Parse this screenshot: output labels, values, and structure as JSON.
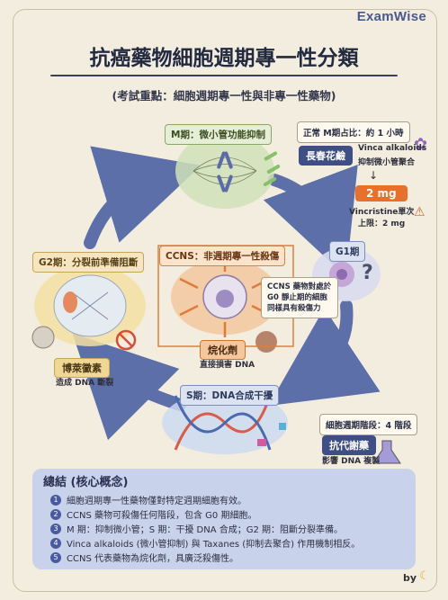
{
  "brand": "ExamWise",
  "title": "抗癌藥物細胞週期專一性分類",
  "subtitle": "(考試重點：細胞週期專一性與非專一性藥物)",
  "phases": {
    "m": {
      "label": "M期：微小管功能抑制"
    },
    "g1": {
      "label": "G1期"
    },
    "g2": {
      "label": "G2期：分裂前準備阻斷"
    },
    "s": {
      "label": "S期：DNA合成干擾"
    },
    "ccns": {
      "label": "CCNS：非週期專一性殺傷"
    }
  },
  "m_info": {
    "duration": "正常 M期占比：約 1 小時",
    "drug": "長春花鹼",
    "mechanism": [
      "Vinca alkaloids",
      "抑制微小管聚合"
    ],
    "dose": "2 mg",
    "warning": [
      "Vincristine單次",
      "上限：2 mg"
    ]
  },
  "ccns_info": {
    "note": [
      "CCNS 藥物對處於",
      "G0 靜止期的細胞",
      "同樣具有殺傷力"
    ],
    "drug": "烷化劑",
    "caption": "直接損害 DNA"
  },
  "g2_info": {
    "drug": "博萊黴素",
    "caption": "造成 DNA 斷裂"
  },
  "s_info": {
    "stages": "細胞週期階段：4 階段",
    "drug": "抗代謝藥",
    "caption": "影響 DNA 複製"
  },
  "summary": {
    "title": "總結 (核心概念)",
    "items": [
      "細胞週期專一性藥物僅對特定週期細胞有效。",
      "CCNS 藥物可殺傷任何階段，包含 G0 期細胞。",
      "M 期：抑制微小管；S 期：干擾 DNA 合成；G2 期：阻斷分裂準備。",
      "Vinca alkaloids (微小管抑制) 與 Taxanes (抑制去聚合) 作用機制相反。",
      "CCNS 代表藥物為烷化劑，具廣泛殺傷性。"
    ],
    "numbers": [
      "1",
      "2",
      "3",
      "4",
      "5"
    ]
  },
  "footer": "by",
  "colors": {
    "arrow": "#5d6fa8",
    "drug_box": "#3f4f85",
    "dose": "#e8702a",
    "ccns": "#e07a3a"
  }
}
